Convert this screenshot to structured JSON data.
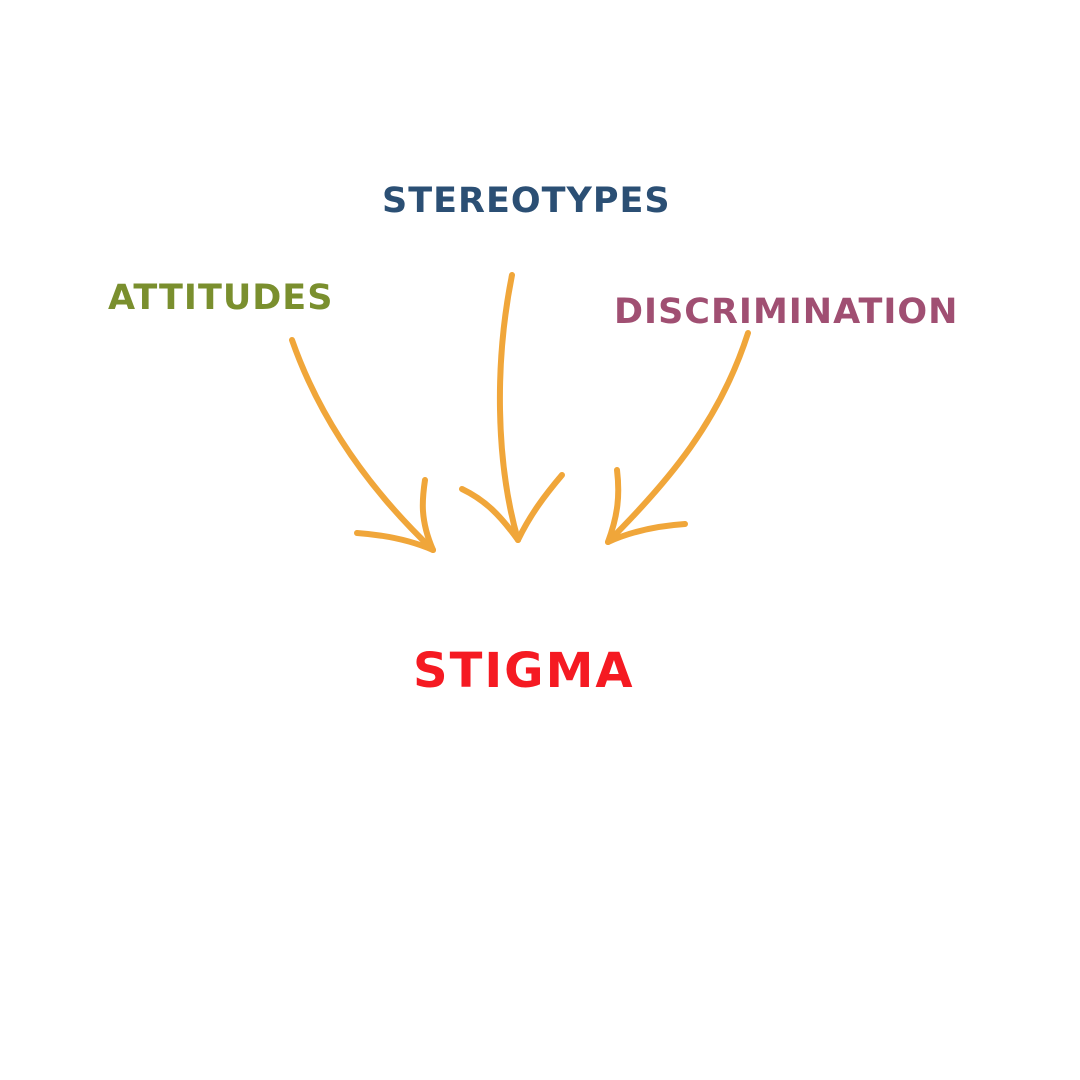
{
  "nodes": {
    "stereotypes": {
      "text": "STEREOTYPES",
      "color": "#2b4f74"
    },
    "attitudes": {
      "text": "ATTITUDES",
      "color": "#7a8f2e"
    },
    "discrimination": {
      "text": "DISCRIMINATION",
      "color": "#a04f72"
    },
    "stigma": {
      "text": "STIGMA",
      "color": "#f51a22"
    }
  },
  "arrow_color": "#f0a63a",
  "edges": [
    {
      "from": "attitudes",
      "to": "stigma"
    },
    {
      "from": "stereotypes",
      "to": "stigma"
    },
    {
      "from": "discrimination",
      "to": "stigma"
    }
  ]
}
